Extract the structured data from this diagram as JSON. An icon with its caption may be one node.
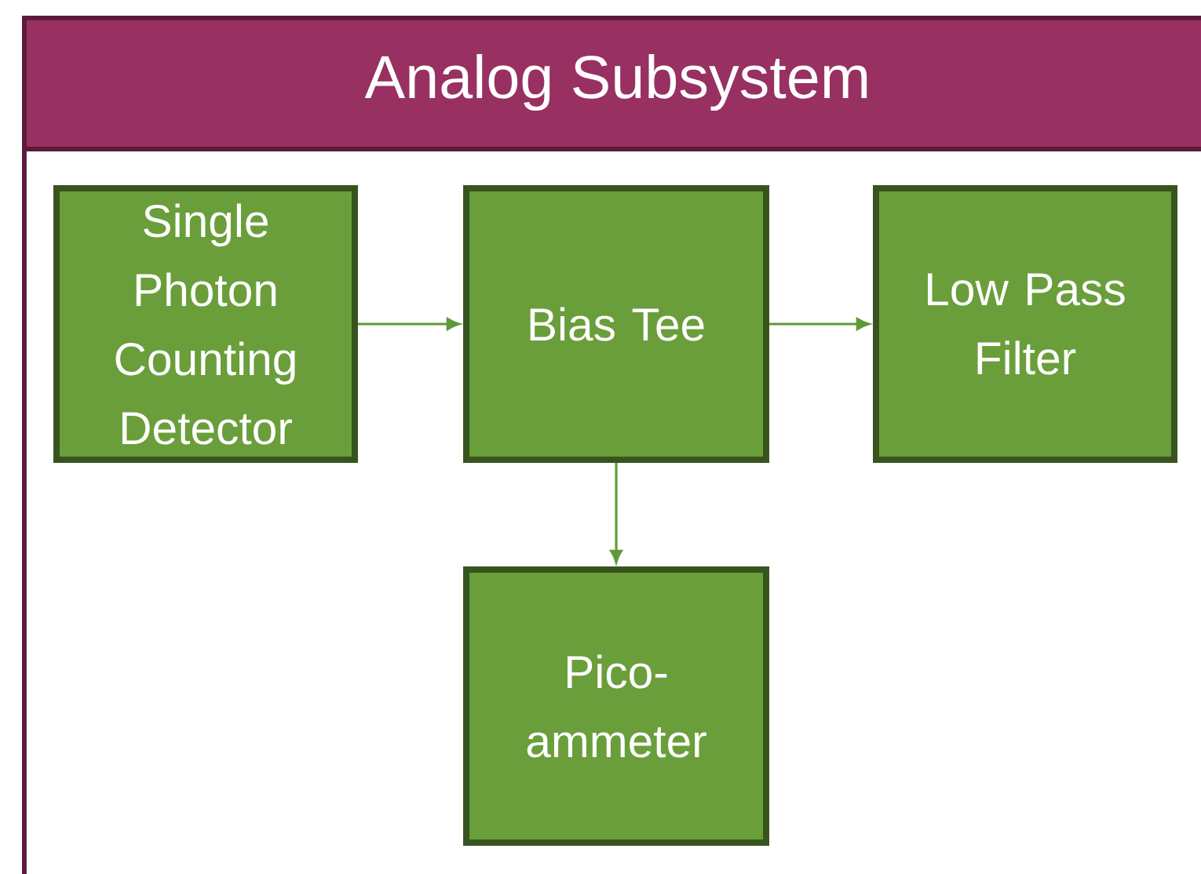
{
  "diagram": {
    "nodes": [
      {
        "text": [
          "Analog Subsystem"
        ]
      },
      {
        "text": [
          "Single Photon Counting Detector"
        ],
        "in": 0
      },
      {
        "text": [
          "Bias Tee"
        ],
        "in": 0
      },
      {
        "text": [
          "Low Pass Filter"
        ],
        "in": 0
      },
      {
        "text": [
          "Pico- ammeter"
        ],
        "in": 0
      }
    ],
    "edges": [
      {
        "from": 1,
        "to": 2,
        "arrow": "to"
      },
      {
        "from": 2,
        "to": 3,
        "arrow": "to"
      },
      {
        "from": 2,
        "to": 4,
        "arrow": "to"
      }
    ]
  }
}
